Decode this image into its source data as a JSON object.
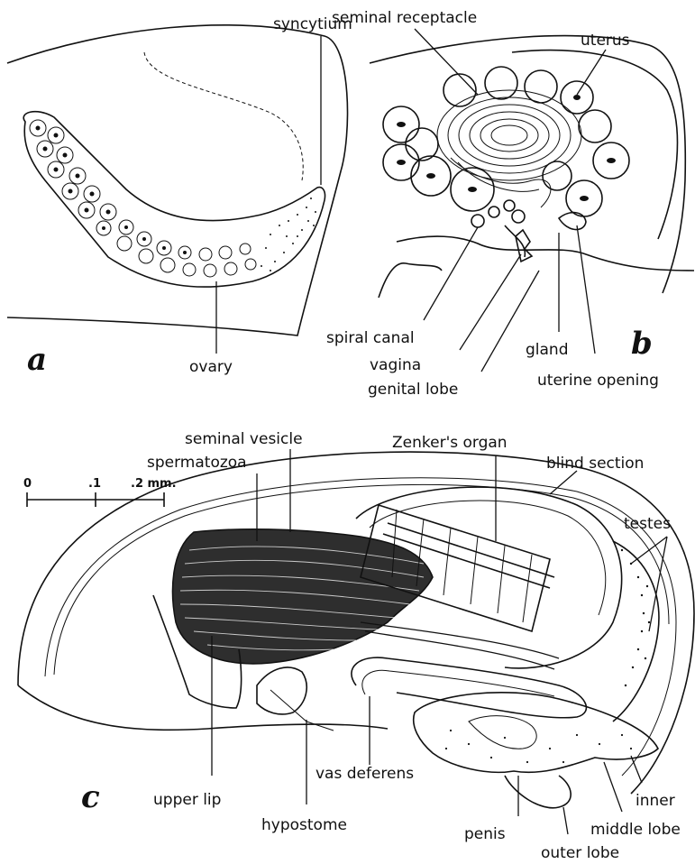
{
  "panels": {
    "a": {
      "letter": "a",
      "labels": {
        "syncytium": "syncytium",
        "ovary": "ovary"
      }
    },
    "b": {
      "letter": "b",
      "labels": {
        "seminal_receptacle": "seminal receptacle",
        "uterus": "uterus",
        "spiral_canal": "spiral canal",
        "vagina": "vagina",
        "genital_lobe": "genital lobe",
        "gland": "gland",
        "uterine_opening": "uterine opening"
      }
    },
    "c": {
      "letter": "c",
      "labels": {
        "seminal_vesicle": "seminal vesicle",
        "spermatozoa": "spermatozoa",
        "zenkers_organ": "Zenker's organ",
        "blind_section": "blind section",
        "testes": "testes",
        "upper_lip": "upper lip",
        "hypostome": "hypostome",
        "vas_deferens": "vas deferens",
        "inner": "inner",
        "middle_lobe": "middle lobe",
        "penis": "penis",
        "outer_lobe": "outer lobe"
      },
      "scale_bar": {
        "tick_0": "0",
        "tick_1": ".1",
        "tick_2": ".2 mm."
      }
    }
  }
}
